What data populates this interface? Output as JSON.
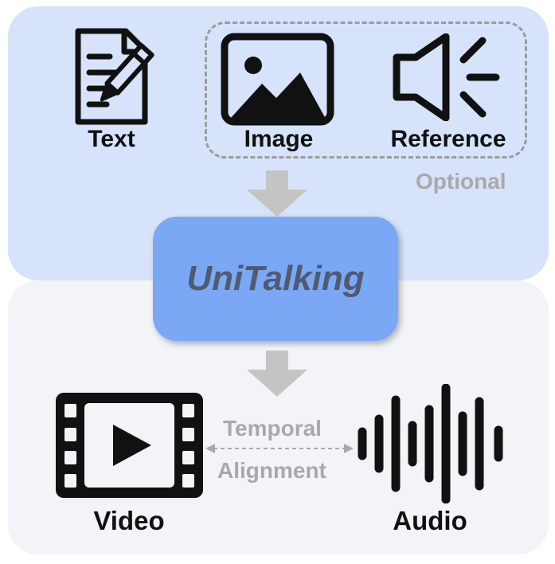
{
  "inputs": {
    "text_label": "Text",
    "image_label": "Image",
    "reference_label": "Reference",
    "optional_label": "Optional"
  },
  "model": {
    "name": "UniTalking"
  },
  "outputs": {
    "video_label": "Video",
    "audio_label": "Audio",
    "alignment_line1": "Temporal",
    "alignment_line2": "Alignment"
  },
  "colors": {
    "input_panel": "#d6e3fa",
    "output_panel": "#f2f4f8",
    "model_box": "#7aa8f5",
    "model_text": "#4f5b6e",
    "arrow_gray": "#c4c4c4",
    "muted_text": "#a9a9a9"
  },
  "icons": [
    "document-pen-icon",
    "image-icon",
    "speaker-icon",
    "arrow-down-icon",
    "film-play-icon",
    "sound-wave-icon",
    "double-arrow-icon"
  ]
}
